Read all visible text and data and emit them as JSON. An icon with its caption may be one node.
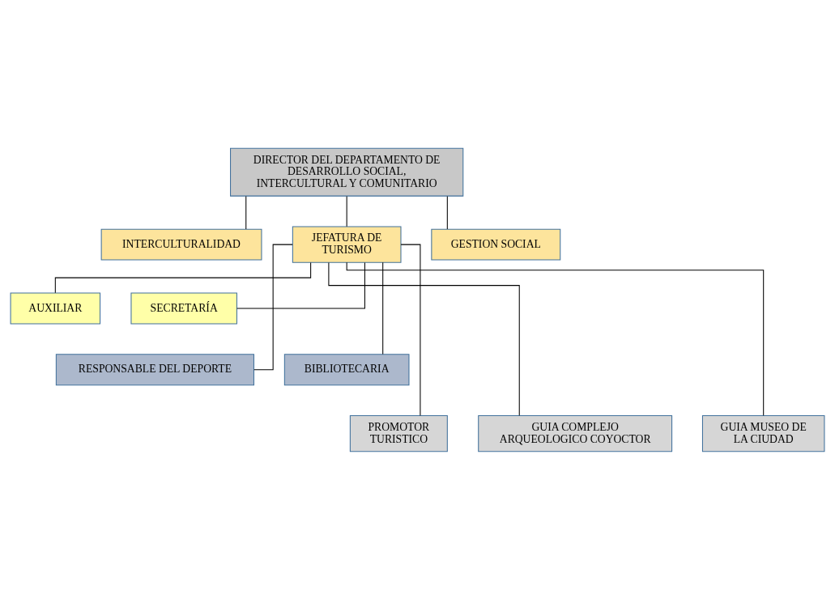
{
  "diagram": {
    "nodes": [
      {
        "text": [
          "DIRECTOR DEL DEPARTAMENTO DE DESARROLLO SOCIAL, INTERCULTURAL Y COMUNITARIO"
        ]
      },
      {
        "text": [
          "INTERCULTURALIDAD"
        ]
      },
      {
        "text": [
          "JEFATURA DE TURISMO"
        ]
      },
      {
        "text": [
          "GESTION SOCIAL"
        ]
      },
      {
        "text": [
          "AUXILIAR"
        ]
      },
      {
        "text": [
          "SECRETARÍA"
        ]
      },
      {
        "text": [
          "RESPONSABLE DEL DEPORTE"
        ]
      },
      {
        "text": [
          "BIBLIOTECARIA"
        ]
      },
      {
        "text": [
          "PROMOTOR TURISTICO"
        ]
      },
      {
        "text": [
          "GUIA COMPLEJO ARQUEOLOGICO COYOCTOR"
        ]
      },
      {
        "text": [
          "GUIA MUSEO DE LA CIUDAD"
        ]
      }
    ],
    "edges": [
      {
        "from": 0,
        "to": 1,
        "arrow": "none"
      },
      {
        "from": 0,
        "to": 2,
        "arrow": "none"
      },
      {
        "from": 0,
        "to": 3,
        "arrow": "none"
      },
      {
        "from": 2,
        "to": 4,
        "arrow": "none"
      },
      {
        "from": 2,
        "to": 5,
        "arrow": "none"
      },
      {
        "from": 2,
        "to": 6,
        "arrow": "none"
      },
      {
        "from": 2,
        "to": 7,
        "arrow": "none"
      },
      {
        "from": 2,
        "to": 8,
        "arrow": "none"
      },
      {
        "from": 2,
        "to": 9,
        "arrow": "none"
      },
      {
        "from": 2,
        "to": 10,
        "arrow": "none"
      }
    ]
  }
}
